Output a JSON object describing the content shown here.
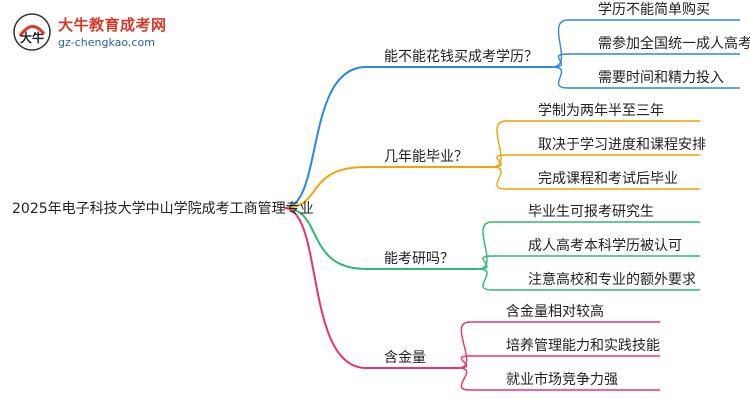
{
  "logo": {
    "title": "大牛教育成考网",
    "url": "gz-chengkao.com",
    "mark_text": "大牛"
  },
  "root": {
    "label": "2025年电子科技大学中山学院成考工商管理专业"
  },
  "branches": [
    {
      "label": "能不能花钱买成考学历？",
      "color": "#2e86de",
      "children": [
        "学历不能简单购买",
        "需参加全国统一成人高考",
        "需要时间和精力投入"
      ]
    },
    {
      "label": "几年能毕业？",
      "color": "#f2a20c",
      "children": [
        "学制为两年半至三年",
        "取决于学习进度和课程安排",
        "完成课程和考试后毕业"
      ]
    },
    {
      "label": "能考研吗？",
      "color": "#2eb872",
      "children": [
        "毕业生可报考研究生",
        "成人高考本科学历被认可",
        "注意高校和专业的额外要求"
      ]
    },
    {
      "label": "含金量",
      "color": "#e8336d",
      "children": [
        "含金量相对较高",
        "培养管理能力和实践技能",
        "就业市场竞争力强"
      ]
    }
  ]
}
